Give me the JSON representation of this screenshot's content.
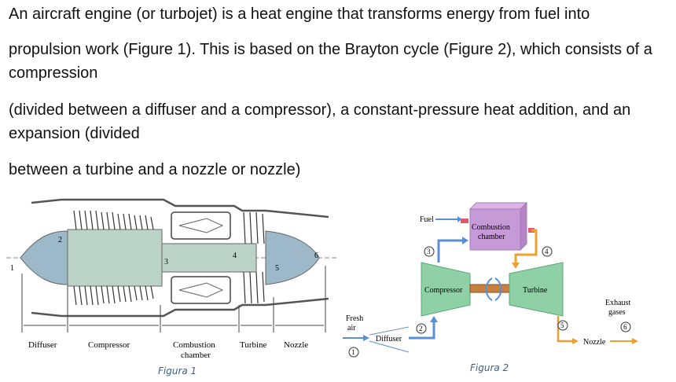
{
  "text": {
    "line1": "An aircraft engine (or turbojet) is a heat engine that transforms energy from fuel into",
    "line2": "propulsion work (Figure 1). This is based on the Brayton cycle (Figure 2), which consists of a",
    "line3": "compression",
    "line4": "(divided between a diffuser and a compressor), a constant-pressure heat addition, and an",
    "line5": "expansion (divided",
    "line6": "between a turbine and a nozzle or nozzle)"
  },
  "figure1": {
    "caption": "Figura 1",
    "stations": [
      "1",
      "2",
      "3",
      "4",
      "5",
      "6"
    ],
    "labels": {
      "diffuser": "Diffuser",
      "compressor": "Compressor",
      "combustion_1": "Combustion",
      "combustion_2": "chamber",
      "turbine": "Turbine",
      "nozzle": "Nozzle"
    }
  },
  "figure2": {
    "caption": "Figura 2",
    "labels": {
      "fuel": "Fuel",
      "combustion_1": "Combustion",
      "combustion_2": "chamber",
      "compressor": "Compressor",
      "turbine": "Turbine",
      "fresh_1": "Fresh",
      "fresh_2": "air",
      "diffuser": "Diffuser",
      "nozzle": "Nozzle",
      "exhaust_1": "Exhaust",
      "exhaust_2": "gases"
    },
    "stations": [
      "1",
      "2",
      "3",
      "4",
      "5",
      "6"
    ],
    "colors": {
      "compressor": "#8fd0a6",
      "turbine": "#8fd0a6",
      "combustion": "#c69ad6",
      "cold_flow": "#5b8fd6",
      "hot_flow": "#f0a030"
    }
  }
}
